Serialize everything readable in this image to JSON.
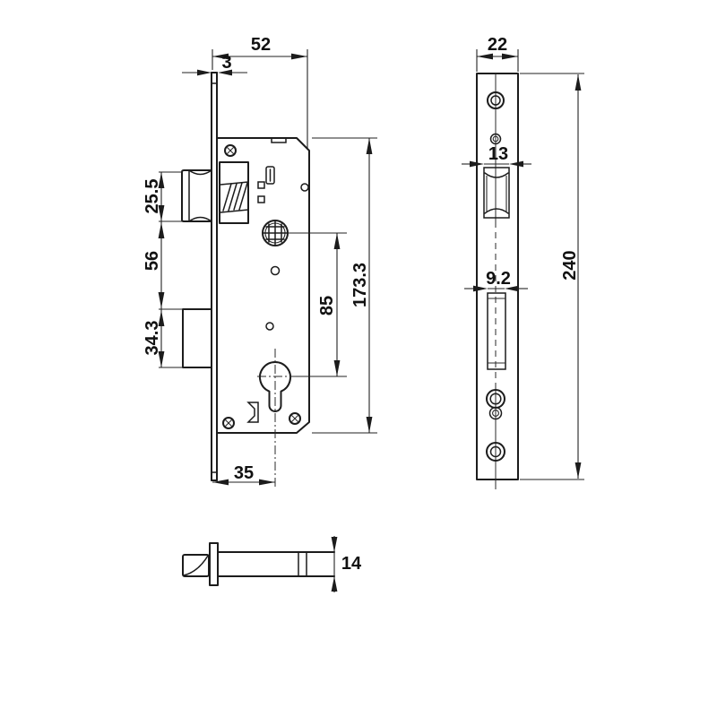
{
  "drawing": {
    "type": "technical-dimension-drawing",
    "subject": "mortise lock case with faceplate and latch bolt",
    "background": "#ffffff",
    "line_color": "#1c1c1c",
    "front_view": {
      "dims": {
        "case_width": "52",
        "faceplate_thickness": "3",
        "latch_bolt_height": "25.5",
        "latch_to_deadbolt": "56",
        "deadbolt_height": "34.3",
        "handle_to_cylinder": "85",
        "case_height": "173.3",
        "backset": "35"
      }
    },
    "side_view": {
      "dims": {
        "faceplate_width": "22",
        "latch_cutout_width": "13",
        "deadbolt_cutout_width": "9.2",
        "faceplate_length": "240"
      }
    },
    "bottom_view": {
      "dims": {
        "bolt_thickness": "14"
      }
    }
  }
}
